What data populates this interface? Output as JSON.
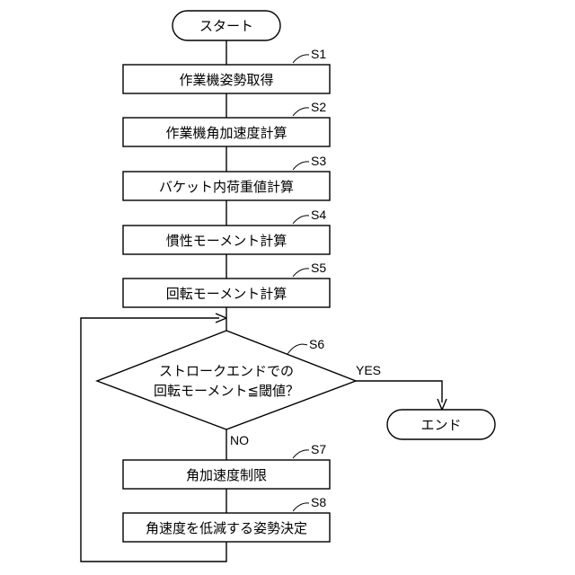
{
  "start": {
    "label": "スタート"
  },
  "end": {
    "label": "エンド"
  },
  "steps": [
    {
      "id": "S1",
      "label": "作業機姿勢取得"
    },
    {
      "id": "S2",
      "label": "作業機角加速度計算"
    },
    {
      "id": "S3",
      "label": "バケット内荷重値計算"
    },
    {
      "id": "S4",
      "label": "慣性モーメント計算"
    },
    {
      "id": "S5",
      "label": "回転モーメント計算"
    },
    {
      "id": "S7",
      "label": "角加速度制限"
    },
    {
      "id": "S8",
      "label": "角速度を低減する姿勢決定"
    }
  ],
  "decision": {
    "id": "S6",
    "line1": "ストロークエンドでの",
    "line2": "回転モーメント≦閾値？",
    "yes_label": "YES",
    "no_label": "NO"
  }
}
